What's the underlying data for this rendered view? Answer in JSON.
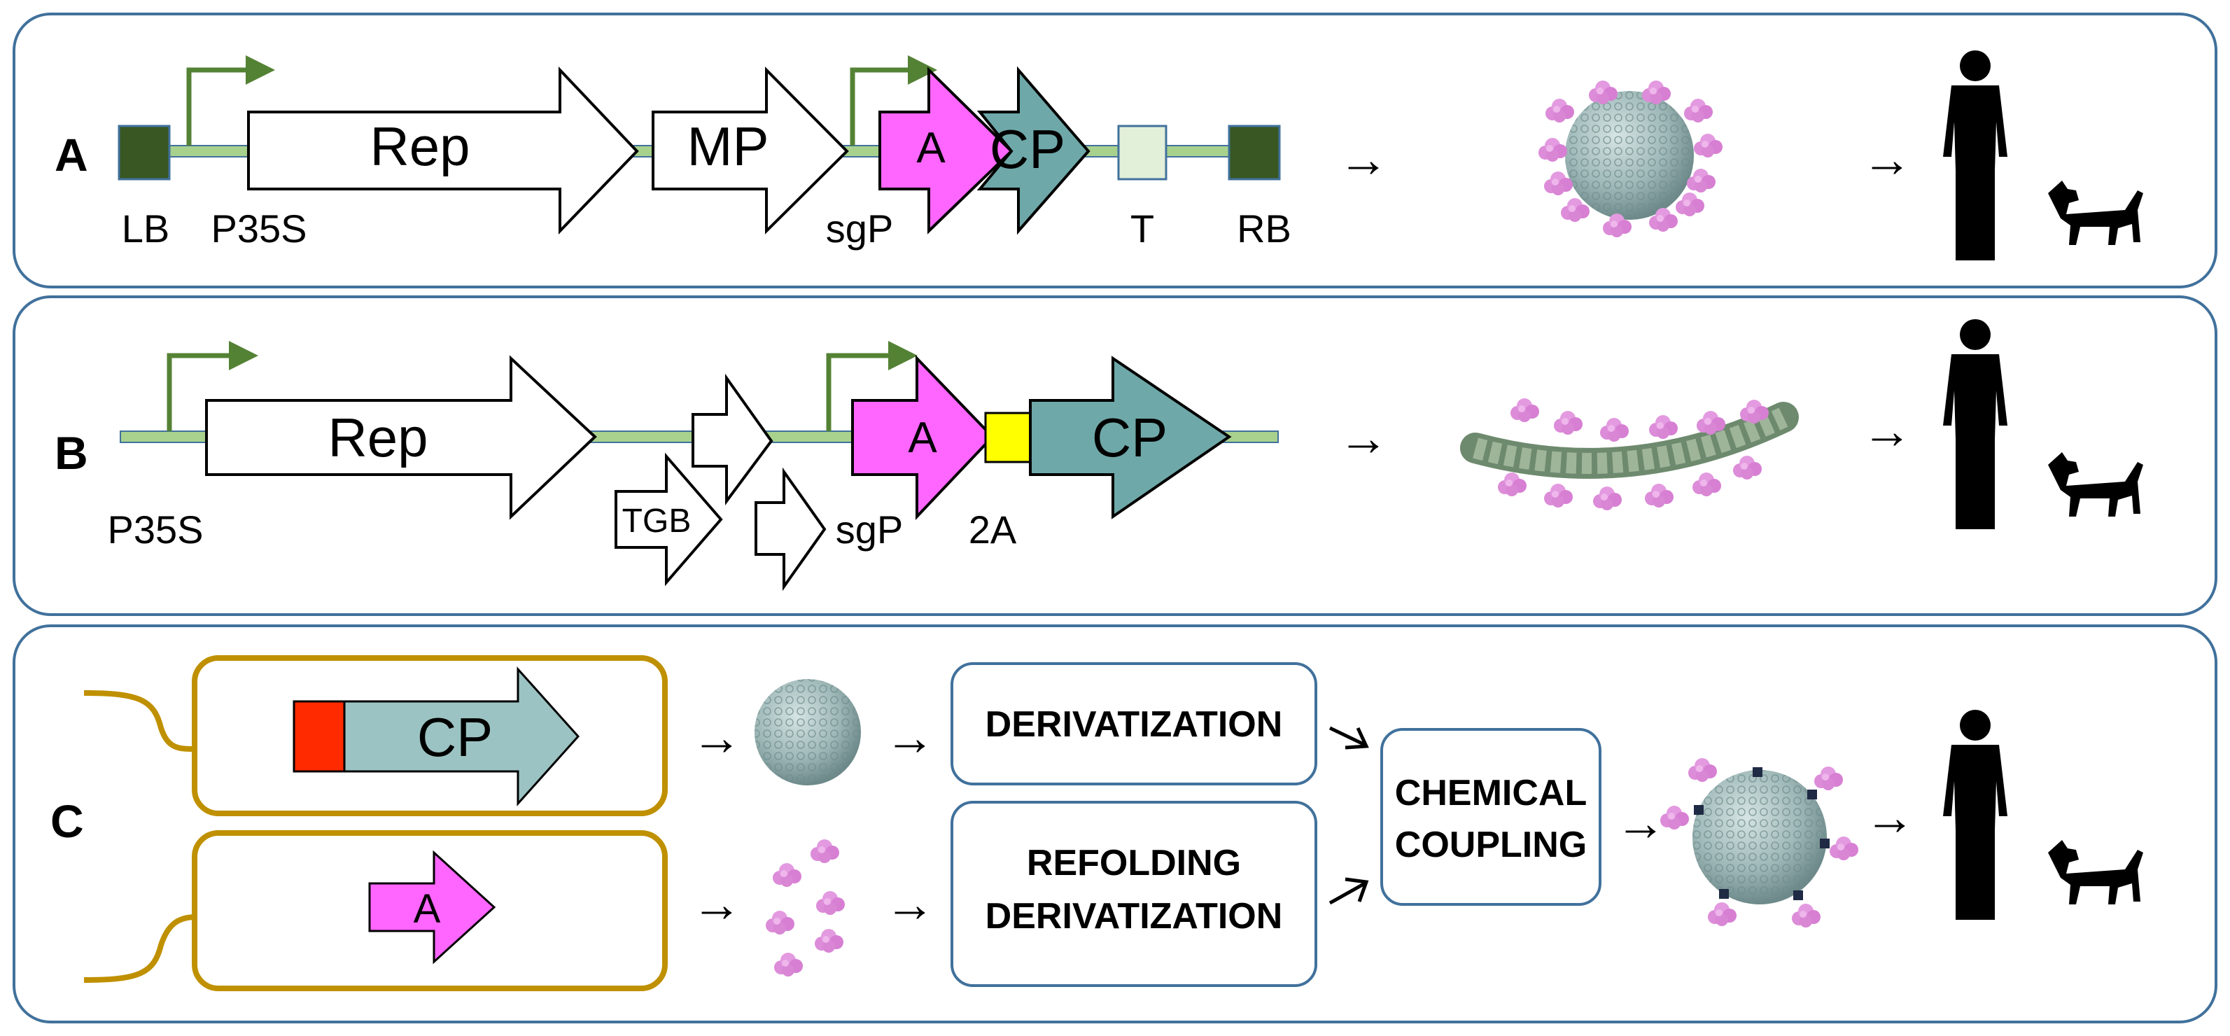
{
  "panels": {
    "a": {
      "letter": "A",
      "elements": {
        "lb": "LB",
        "p35s": "P35S",
        "rep": "Rep",
        "mp": "MP",
        "sgp": "sgP",
        "antigen": "A",
        "cp": "CP",
        "t": "T",
        "rb": "RB"
      }
    },
    "b": {
      "letter": "B",
      "elements": {
        "p35s": "P35S",
        "rep": "Rep",
        "tgb": "TGB",
        "sgp": "sgP",
        "antigen": "A",
        "two_a": "2A",
        "cp": "CP"
      }
    },
    "c": {
      "letter": "C",
      "cp": "CP",
      "antigen": "A",
      "derivatization": "DERIVATIZATION",
      "refolding_line1": "REFOLDING",
      "refolding_line2": "DERIVATIZATION",
      "coupling_line1": "CHEMICAL",
      "coupling_line2": "COUPLING"
    }
  },
  "arrow_symbol": "→",
  "colors": {
    "panel_border": "#41719c",
    "dark_green_box": "#385723",
    "backbone": "#a9d18e",
    "promoter_arrow": "#548235",
    "magenta": "#ff66ff",
    "teal": "#6fa8a8",
    "light_teal": "#9cc3c3",
    "yellow": "#ffff00",
    "terminator": "#e2efd9",
    "orange_box": "#bf9000",
    "red_tag": "#ff2a00",
    "antigen_pink": "#dc8cd8",
    "particle": "#9fb8b8"
  }
}
